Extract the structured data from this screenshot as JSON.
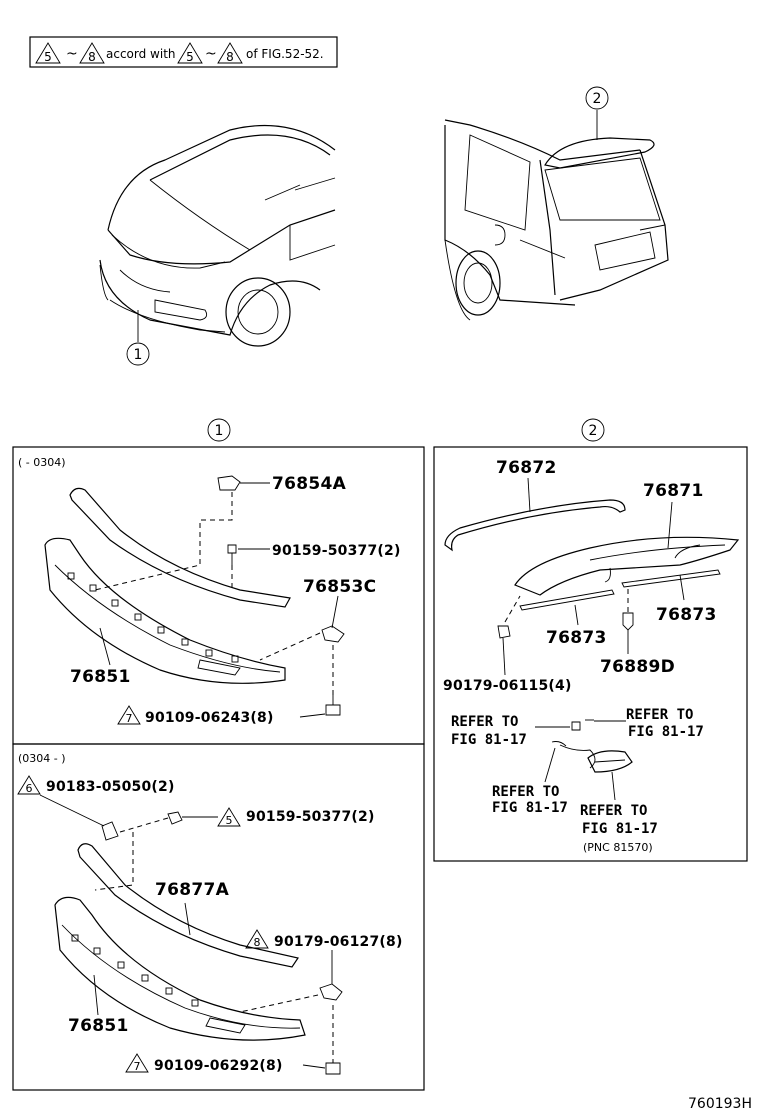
{
  "header_note": {
    "a1": "5",
    "a2": "8",
    "text1": "accord with",
    "b1": "5",
    "b2": "8",
    "text2": "of FIG.52-52."
  },
  "callouts": {
    "front": "1",
    "rear": "2",
    "panel1": "1",
    "panel2": "2"
  },
  "panel1": {
    "range": "(   - 0304)",
    "parts": [
      {
        "id": "76854A"
      },
      {
        "id": "90159-50377(2)"
      },
      {
        "id": "76853C"
      },
      {
        "id": "76851"
      },
      {
        "id": "90109-06243(8)",
        "marker": "7"
      }
    ]
  },
  "panel3": {
    "range": "(0304 -   )",
    "parts": [
      {
        "id": "90183-05050(2)",
        "marker": "6"
      },
      {
        "id": "90159-50377(2)",
        "marker": "5"
      },
      {
        "id": "76877A"
      },
      {
        "id": "90179-06127(8)",
        "marker": "8"
      },
      {
        "id": "76851"
      },
      {
        "id": "90109-06292(8)",
        "marker": "7"
      }
    ]
  },
  "panel2": {
    "parts": [
      {
        "id": "76872"
      },
      {
        "id": "76871"
      },
      {
        "id": "76873"
      },
      {
        "id": "76873"
      },
      {
        "id": "76889D"
      },
      {
        "id": "90179-06115(4)"
      }
    ],
    "refs": {
      "r1a": "REFER TO",
      "r1b": "FIG 81-17",
      "r2a": "REFER TO",
      "r2b": "FIG 81-17",
      "r3a": "REFER TO",
      "r3b": "FIG 81-17",
      "r4a": "REFER TO",
      "r4b": "FIG 81-17",
      "r4c": "(PNC 81570)"
    }
  },
  "footer_code": "760193H"
}
